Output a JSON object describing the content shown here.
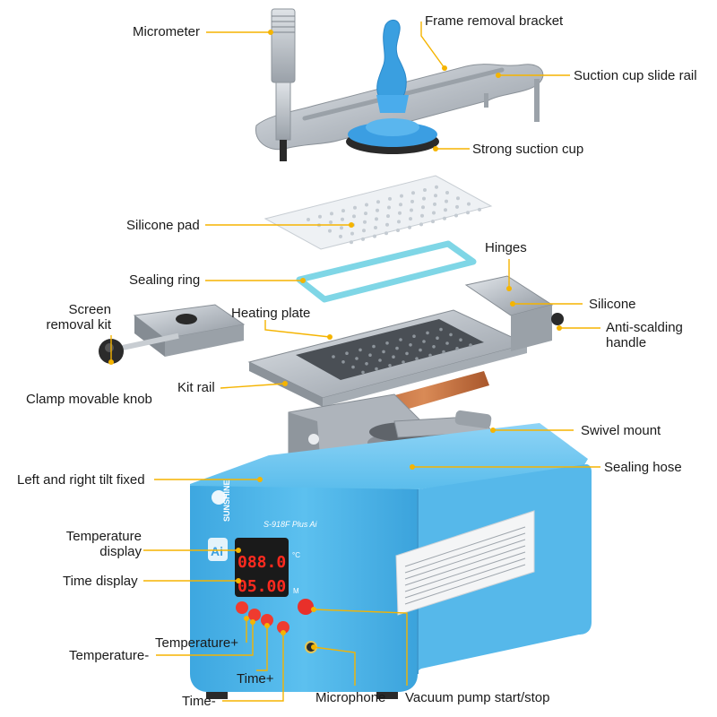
{
  "labels": {
    "micrometer": "Micrometer",
    "frame_removal_bracket": "Frame removal bracket",
    "suction_cup_slide_rail": "Suction cup slide rail",
    "strong_suction_cup": "Strong suction cup",
    "silicone_pad": "Silicone pad",
    "hinges": "Hinges",
    "sealing_ring": "Sealing ring",
    "silicone": "Silicone",
    "screen_removal_kit_line1": "Screen",
    "screen_removal_kit_line2": "removal kit",
    "heating_plate": "Heating plate",
    "anti_scalding_handle_line1": "Anti-scalding",
    "anti_scalding_handle_line2": "handle",
    "clamp_movable_knob": "Clamp movable knob",
    "kit_rail": "Kit rail",
    "swivel_mount": "Swivel mount",
    "left_right_tilt_fixed": "Left and right tilt fixed",
    "sealing_hose": "Sealing hose",
    "temperature_display_line1": "Temperature",
    "temperature_display_line2": "display",
    "time_display": "Time display",
    "temperature_plus": "Temperature+",
    "temperature_minus": "Temperature-",
    "time_plus": "Time+",
    "time_minus": "Time-",
    "microphone": "Microphone",
    "vacuum_pump": "Vacuum pump start/stop"
  },
  "device": {
    "brand": "SUNSHINE",
    "model": "S-918F Plus Ai",
    "ai_badge": "Ai",
    "temperature_readout": "088.0",
    "time_readout": "05.00",
    "temp_unit": "°C",
    "time_unit": "M"
  },
  "colors": {
    "callout_line": "#f5b400",
    "body_blue": "#4fb6ea",
    "accent_blue": "#3a9fe0",
    "segment_red": "#ff2a1f",
    "button_red": "#ef3b2f",
    "aluminum": "#b8bec5",
    "silicone_ring": "#7fd6e6"
  }
}
